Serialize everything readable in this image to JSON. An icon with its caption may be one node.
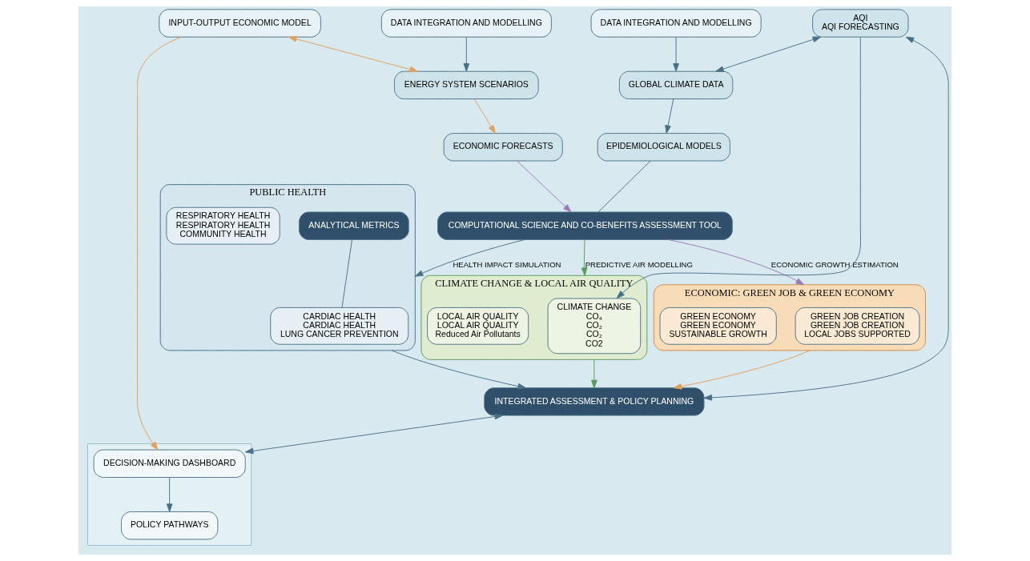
{
  "diagram": {
    "nodes": [
      {
        "text": [
          "COMPUTATIONAL SCIENCE AND CO-BENEFITS ASSESSMENT TOOL"
        ]
      },
      {
        "text": [
          "DATA INTEGRATION AND MODELLING"
        ]
      },
      {
        "text": [
          "GLOBAL CLIMATE DATA"
        ]
      },
      {
        "text": [
          "EPIDEMIOLOGICAL MODELS"
        ]
      },
      {
        "text": [
          "DATA INTEGRATION AND MODELLING"
        ]
      },
      {
        "text": [
          "ECONOMIC FORECASTS"
        ]
      },
      {
        "text": [
          "ENERGY SYSTEM SCENARIOS"
        ]
      },
      {
        "text": [
          "CLIMATE CHANGE & LOCAL AIR QUALITY"
        ]
      },
      {
        "text": [
          "CLIMATE CHANGE",
          "CO₄",
          "CO₂",
          "CO₂",
          "CO2"
        ],
        "in": 7
      },
      {
        "text": [
          "LOCAL AIR QUALITY",
          "LOCAL AIR QUALITY",
          "Reduced Air Pollutants"
        ],
        "in": 7
      },
      {
        "text": [
          "PUBLIC HEALTH"
        ]
      },
      {
        "text": [
          "CARDIAC HEALTH",
          "CARDIAC HEALTH",
          "LUNG CANCER PREVENTION"
        ],
        "in": 10
      },
      {
        "text": [
          "ANALYTICAL METRICS"
        ],
        "in": 10
      },
      {
        "text": [
          "RESPIRATORY HEALTH",
          "RESPIRATORY HEALTH",
          "COMMUNITY HEALTH"
        ],
        "in": 10
      },
      {
        "text": [
          "ECONOMIC: GREEN JOB & GREEN ECONOMY"
        ]
      },
      {
        "text": [
          "GREEN JOB CREATION",
          "GREEN JOB CREATION",
          "LOCAL JOBS SUPPORTED"
        ],
        "in": 14
      },
      {
        "text": [
          "GREEN ECONOMY",
          "GREEN ECONOMY",
          "SUSTAINABLE GROWTH"
        ],
        "in": 14
      },
      {
        "text": [
          "AQI",
          "AQI FORECASTING"
        ]
      },
      {
        "text": [
          "INPUT-OUTPUT ECONOMIC MODEL"
        ]
      },
      {
        "text": [
          "INTEGRATED ASSESSMENT & POLICY PLANNING"
        ]
      },
      {
        "text": [],
        "shape": "box"
      },
      {
        "text": [
          "DECISION-MAKING DASHBOARD"
        ],
        "in": 20
      },
      {
        "text": [
          "POLICY PATHWAYS"
        ],
        "in": 20
      }
    ],
    "edges": [
      {
        "from": 1,
        "to": 2,
        "arrow": "to"
      },
      {
        "from": 2,
        "to": 3,
        "arrow": "to"
      },
      {
        "from": 3,
        "to": 0,
        "arrow": "none"
      },
      {
        "from": 4,
        "to": 6,
        "arrow": "to"
      },
      {
        "from": 6,
        "to": 5,
        "arrow": "to",
        "color": "#e0a060"
      },
      {
        "from": 5,
        "to": 0,
        "arrow": "to",
        "color": "#9a7ab8"
      },
      {
        "from": 0,
        "to": 7,
        "arrow": "to",
        "label": "PREDICTIVE AIR MODELLING",
        "color": "#5a9a5a"
      },
      {
        "from": 0,
        "to": 10,
        "arrow": "to",
        "label": "HEALTH IMPACT SIMULATION"
      },
      {
        "from": 0,
        "to": 14,
        "arrow": "to",
        "label": "ECONOMIC GROWTH ESTIMATION",
        "color": "#9a7ab8"
      },
      {
        "from": 17,
        "to": 2,
        "arrow": "both"
      },
      {
        "from": 17,
        "to": 8,
        "arrow": "to"
      },
      {
        "from": 12,
        "to": 11,
        "arrow": "none"
      },
      {
        "from": 7,
        "to": 19,
        "arrow": "to",
        "color": "#5a9a5a"
      },
      {
        "from": 10,
        "to": 19,
        "arrow": "to"
      },
      {
        "from": 14,
        "to": 19,
        "arrow": "to",
        "color": "#e0a060"
      },
      {
        "from": 17,
        "to": 19,
        "arrow": "both"
      },
      {
        "from": 18,
        "to": 6,
        "arrow": "both",
        "color": "#e0a060"
      },
      {
        "from": 18,
        "to": 21,
        "arrow": "to",
        "color": "#e0a060"
      },
      {
        "from": 19,
        "to": 21,
        "arrow": "both"
      },
      {
        "from": 21,
        "to": 22,
        "arrow": "to"
      }
    ]
  }
}
